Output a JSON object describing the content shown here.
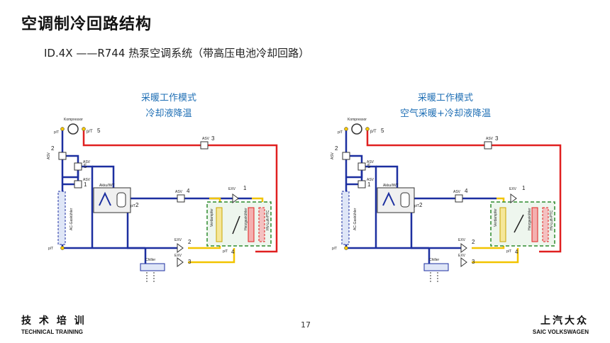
{
  "page": {
    "title": "空调制冷回路结构",
    "subtitle": "ID.4X ——R744 热泵空调系统（带高压电池冷却回路）",
    "page_number": "17"
  },
  "footer": {
    "left_cn": "技 术 培 训",
    "left_en": "TECHNICAL TRAINING",
    "right_cn": "上汽大众",
    "right_en": "SAIC VOLKSWAGEN"
  },
  "diagrams": [
    {
      "mode_line1": "采暖工作模式",
      "mode_line2": "冷却液降温"
    },
    {
      "mode_line1": "采暖工作模式",
      "mode_line2": "空气采暖+冷却液降温"
    }
  ],
  "labels": {
    "kompressor": "Kompressor",
    "pt": "p/T",
    "asv": "ASV",
    "exv": "EXV",
    "akku": "Akku/IWT",
    "gaskuhler": "AC-Gaskühler",
    "verdampfer": "Verdampfer",
    "heizgaskuhler": "Heizgaskühler",
    "hvluft": "HV-Luft-PTC",
    "chiller": "Chiller",
    "n1": "1",
    "n2": "2",
    "n3": "3",
    "n4": "4",
    "n5": "5"
  },
  "colors": {
    "high_pressure": "#e02020",
    "low_pressure": "#1c2fa0",
    "expanded": "#f2c400",
    "mode_text": "#1f6fb5",
    "box_green": "#2e8b2e"
  }
}
